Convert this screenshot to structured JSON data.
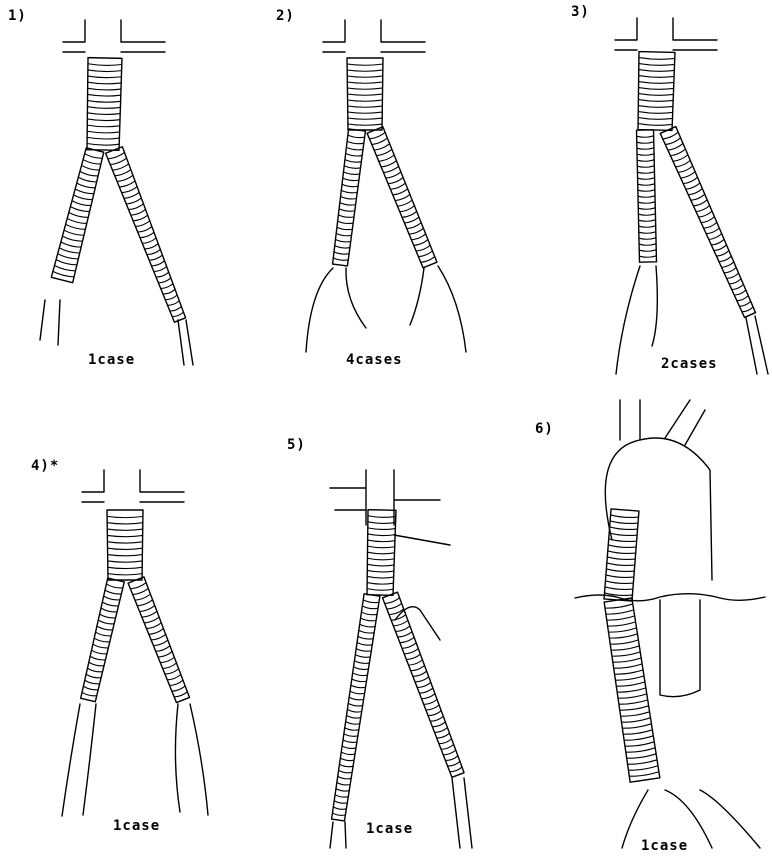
{
  "panels": [
    {
      "id": "1",
      "label": "1)",
      "caption": "1case"
    },
    {
      "id": "2",
      "label": "2)",
      "caption": "4cases"
    },
    {
      "id": "3",
      "label": "3)",
      "caption": "2cases"
    },
    {
      "id": "4",
      "label": "4)*",
      "caption": "1case"
    },
    {
      "id": "5",
      "label": "5)",
      "caption": "1case"
    },
    {
      "id": "6",
      "label": "6)",
      "caption": "1case"
    }
  ]
}
